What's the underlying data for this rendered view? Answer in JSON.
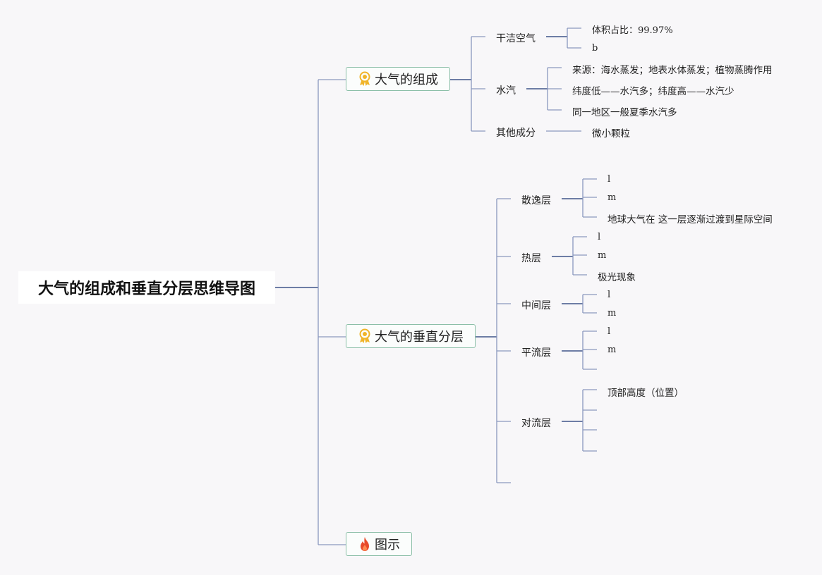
{
  "root": {
    "title": "大气的组成和垂直分层思维导图"
  },
  "branches": {
    "composition": {
      "label": "大气的组成",
      "icon": "award-ribbon-icon",
      "dry_air": {
        "label": "干洁空气",
        "items": [
          "体积占比：99.97%",
          "b"
        ]
      },
      "water_vapor": {
        "label": "水汽",
        "items": [
          "来源：海水蒸发；地表水体蒸发；植物蒸腾作用",
          "纬度低——水汽多；纬度高——水汽少",
          "同一地区一般夏季水汽多"
        ]
      },
      "other": {
        "label": "其他成分",
        "items": [
          "微小颗粒"
        ]
      }
    },
    "layers": {
      "label": "大气的垂直分层",
      "icon": "award-ribbon-icon",
      "exosphere": {
        "label": "散逸层",
        "items": [
          "l",
          "m",
          "地球大气在 这一层逐渐过渡到星际空间"
        ]
      },
      "thermosphere": {
        "label": "热层",
        "items": [
          "l",
          "m",
          "极光现象"
        ]
      },
      "mesosphere": {
        "label": "中间层",
        "items": [
          "l",
          "m"
        ]
      },
      "stratosphere": {
        "label": "平流层",
        "items": [
          "l",
          "m"
        ]
      },
      "troposphere": {
        "label": "对流层",
        "items": [
          "顶部高度（位置）"
        ]
      }
    },
    "diagram": {
      "label": "图示",
      "icon": "fire-icon"
    }
  },
  "colors": {
    "line": "#8a98be",
    "line_dark": "#3f5589",
    "branch_border": "#8cbfa8",
    "background": "#f8f7f9",
    "award_icon": "#f0b429",
    "fire_icon": "#e84a2b"
  }
}
